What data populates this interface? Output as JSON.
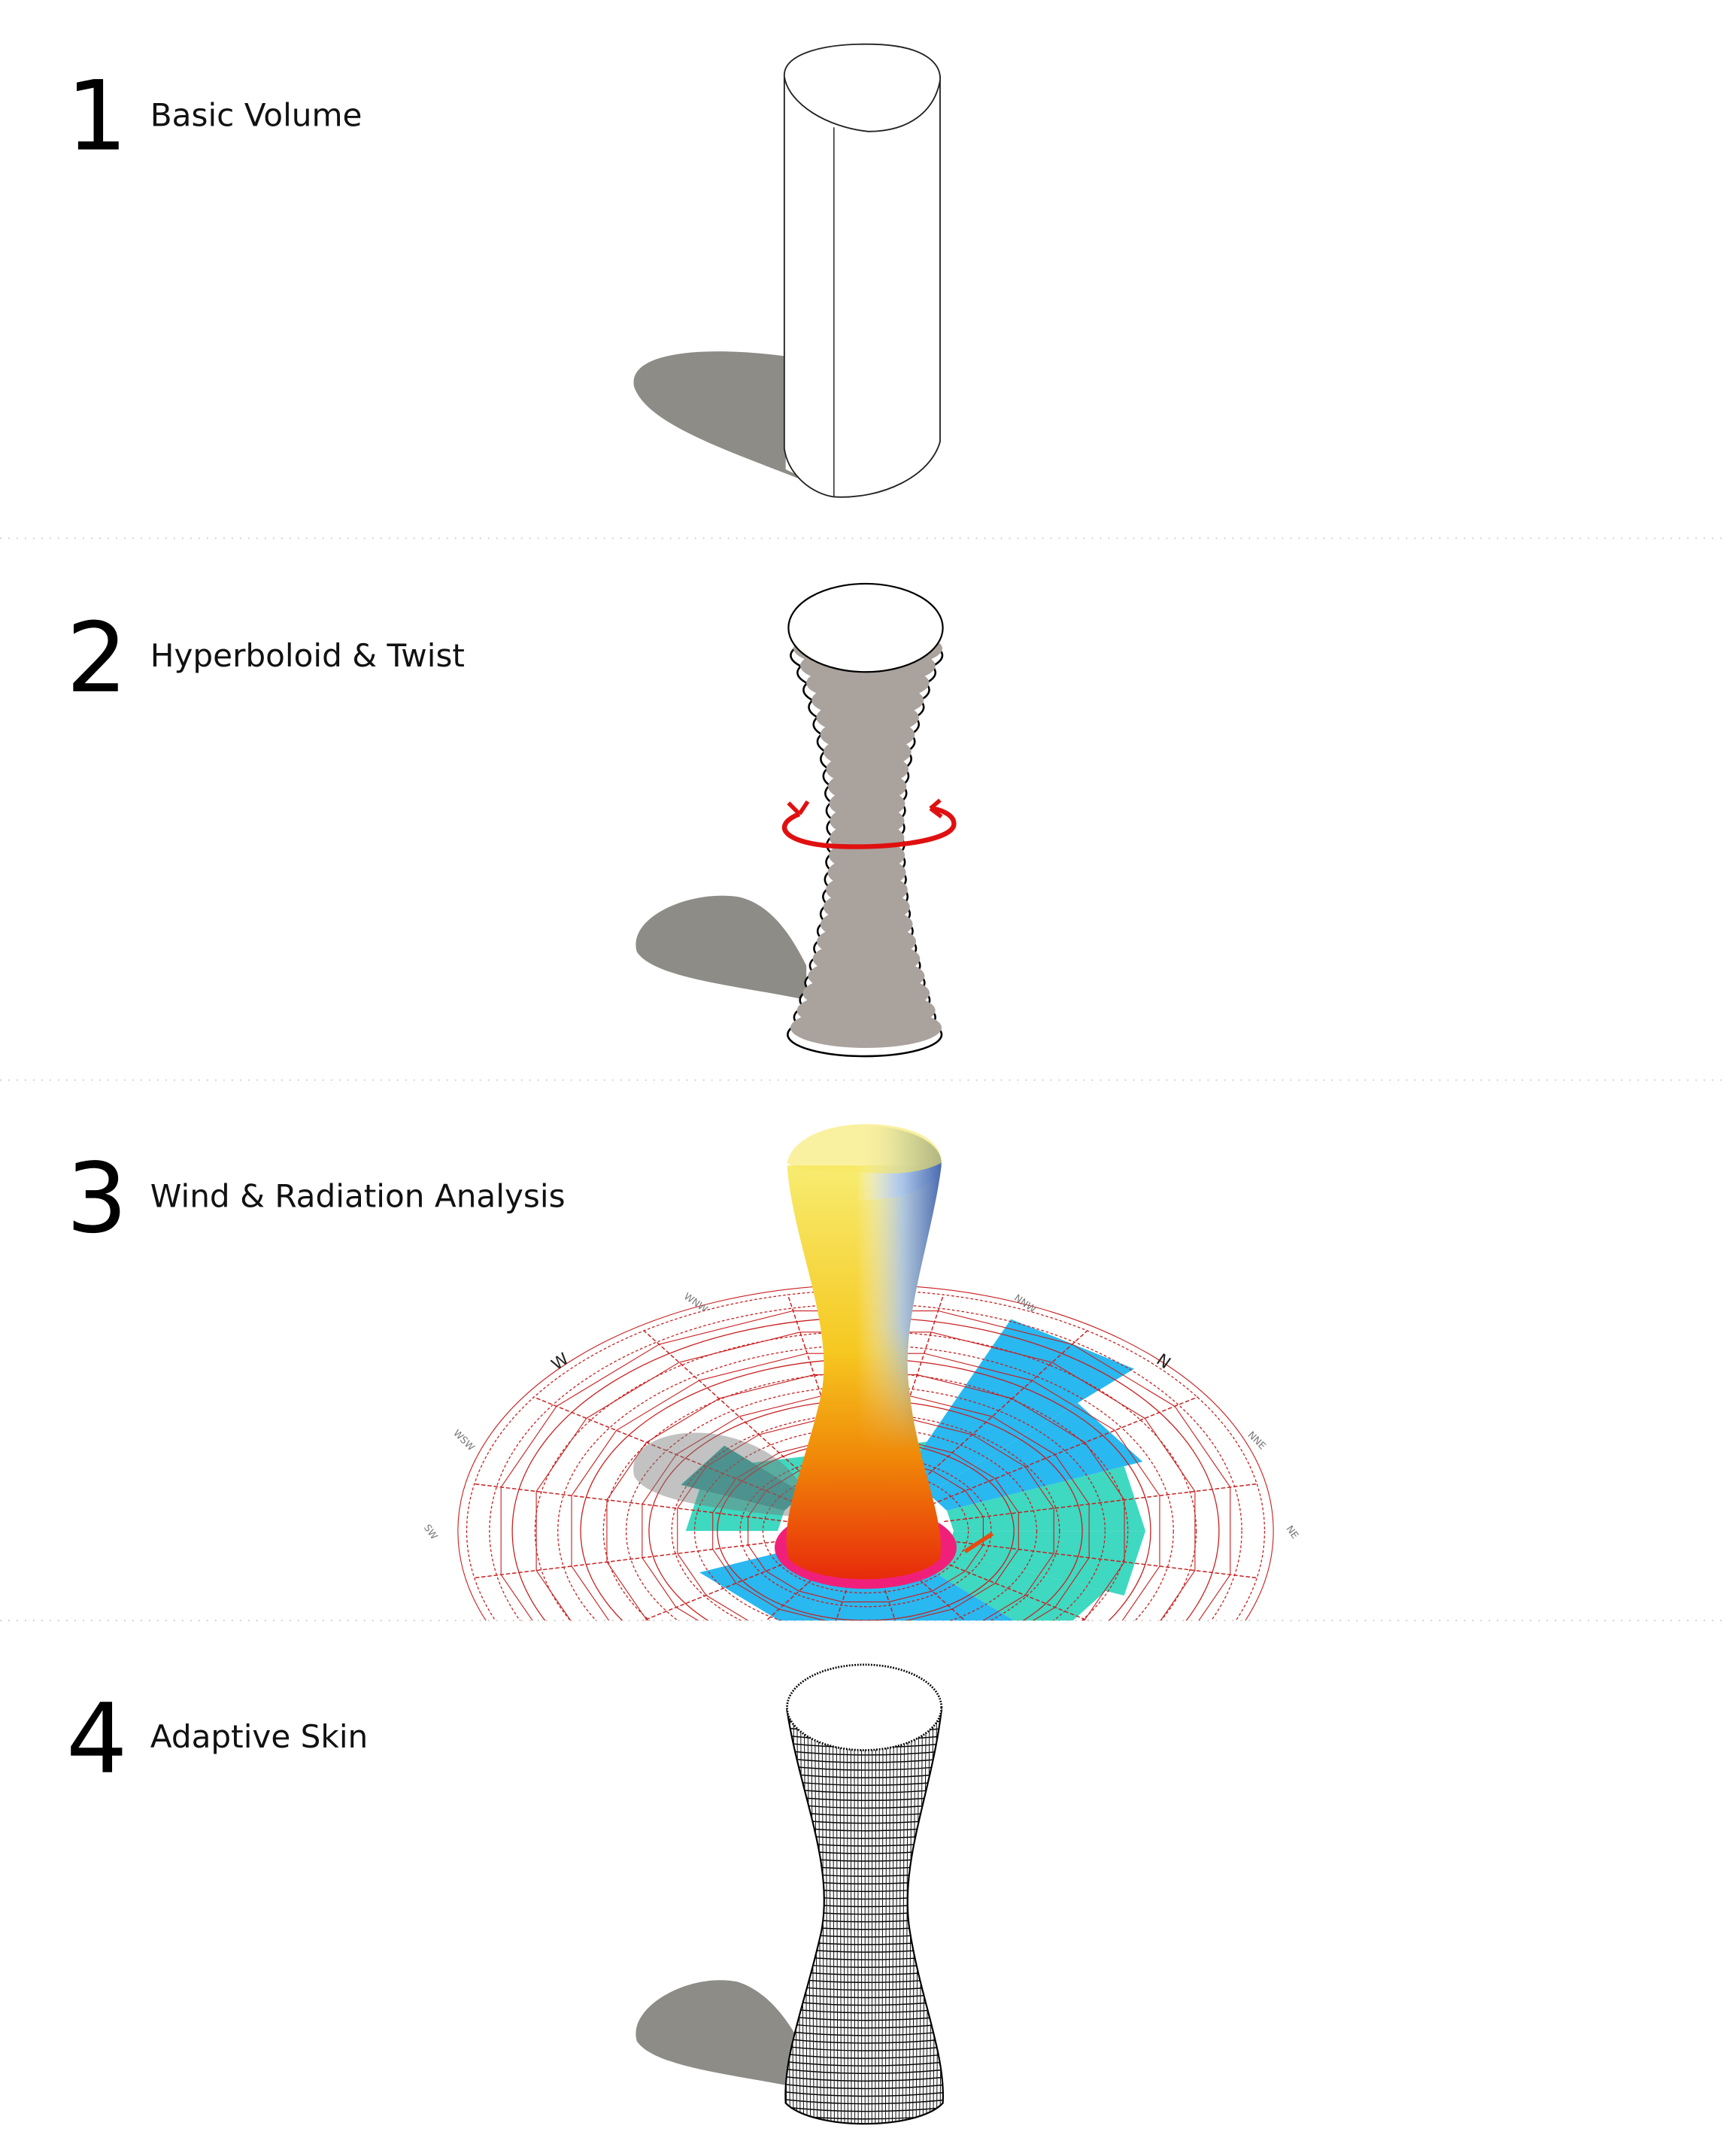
{
  "steps": [
    {
      "number": "1",
      "title": "Basic Volume"
    },
    {
      "number": "2",
      "title": "Hyperboloid & Twist"
    },
    {
      "number": "3",
      "title": "Wind & Radiation Analysis"
    },
    {
      "number": "4",
      "title": "Adaptive Skin"
    }
  ],
  "wind_rose": {
    "labels": {
      "w": "W",
      "n": "N",
      "wnw": "WNW",
      "nnw": "NNW",
      "wsw": "WSW",
      "nne": "NNE",
      "sw": "SW",
      "ne": "NE"
    }
  },
  "colors": {
    "shadow": "#8d8c86",
    "twist_arrow": "#e01010",
    "grid_red": "#c81e1e",
    "wind_blue": "#29b8f0",
    "wind_teal": "#3fd8c0",
    "base_pink": "#f0207a",
    "divider": "#cccccc"
  }
}
